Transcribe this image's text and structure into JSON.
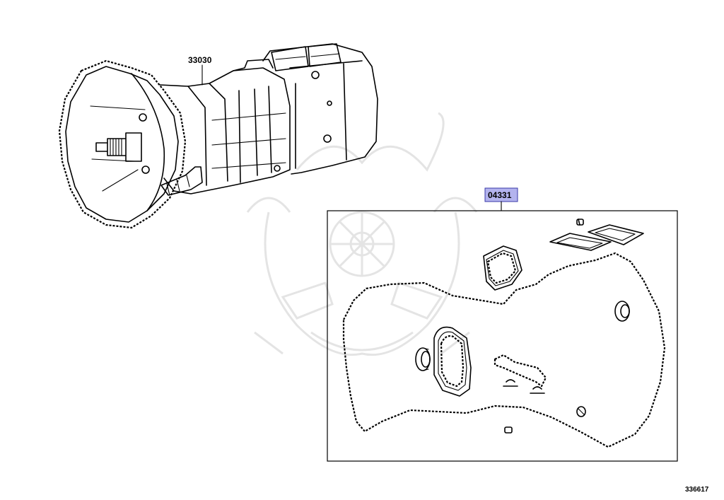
{
  "parts": {
    "transmission_assy": "33030",
    "gasket_kit": "04331"
  },
  "diagram_id": "336617",
  "colors": {
    "highlight": "#b3b3ee",
    "highlight_border": "#3a3aa8",
    "line": "#000000",
    "watermark": "#e4e4e4"
  },
  "icons": [
    "transmission-drawing",
    "gasket-kit-drawing",
    "watermark-emblem"
  ]
}
